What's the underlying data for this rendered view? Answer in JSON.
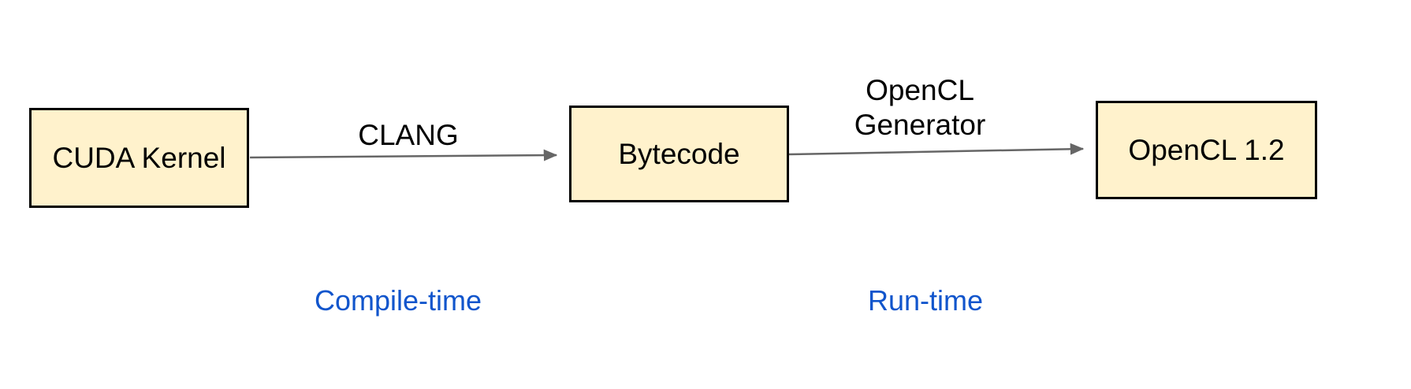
{
  "diagram": {
    "nodes": [
      {
        "id": "cuda-kernel",
        "label": "CUDA Kernel"
      },
      {
        "id": "bytecode",
        "label": "Bytecode"
      },
      {
        "id": "opencl-12",
        "label": "OpenCL 1.2"
      }
    ],
    "edges": [
      {
        "from": "cuda-kernel",
        "to": "bytecode",
        "label": "CLANG"
      },
      {
        "from": "bytecode",
        "to": "opencl-12",
        "label": "OpenCL Generator"
      }
    ],
    "phases": [
      {
        "label": "Compile-time"
      },
      {
        "label": "Run-time"
      }
    ],
    "colors": {
      "node_fill": "#FFF2CC",
      "node_border": "#000000",
      "node_text": "#000000",
      "arrow": "#666666",
      "phase_text": "#1155CC",
      "background": "#FFFFFF"
    }
  }
}
